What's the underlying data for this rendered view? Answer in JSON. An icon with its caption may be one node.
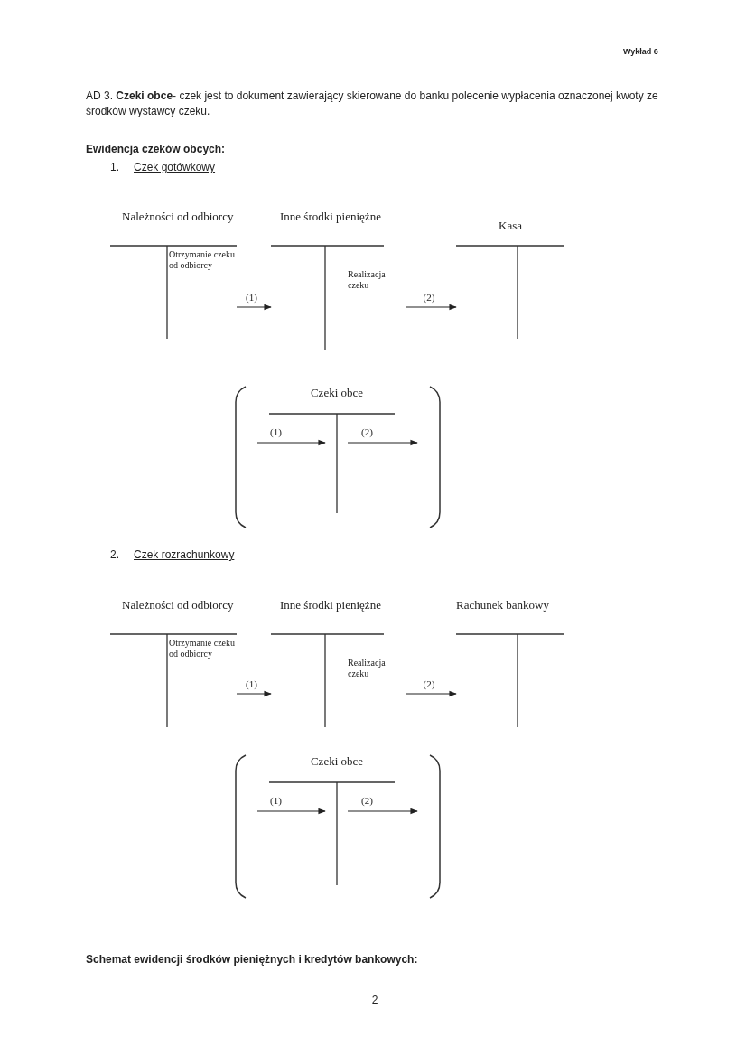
{
  "diagram": {
    "nodes": [
      {
        "text": [
          "Należności od odbiorcy",
          "Otrzymanie czeku od odbiorcy"
        ]
      },
      {
        "text": [
          "Inne środki pieniężne",
          "Realizacja czeku"
        ]
      },
      {
        "text": [
          "Kasa"
        ]
      },
      {
        "text": [
          "Czeki obce"
        ]
      },
      {
        "text": [
          "Należności od odbiorcy",
          "Otrzymanie czeku od odbiorcy"
        ]
      },
      {
        "text": [
          "Inne środki pieniężne",
          "Realizacja czeku"
        ]
      },
      {
        "text": [
          "Rachunek bankowy"
        ]
      },
      {
        "text": [
          "Czeki obce"
        ]
      }
    ],
    "edges": [
      {
        "from": 0,
        "to": 1,
        "arrow": "to",
        "label": "(1)"
      },
      {
        "from": 1,
        "to": 2,
        "arrow": "to",
        "label": "(2)"
      },
      {
        "from": 4,
        "to": 5,
        "arrow": "to",
        "label": "(1)"
      },
      {
        "from": 5,
        "to": 6,
        "arrow": "to",
        "label": "(2)"
      }
    ],
    "labels": [
      "Wykład 6",
      "AD 3. **Czeki obce**- czek jest to dokument zawierający skierowane do banku polecenie wypłacenia oznaczonej kwoty ze środków wystawcy czeku.",
      "Ewidencja czeków obcych:",
      "1.",
      "Czek gotówkowy",
      "(1)",
      "(2)",
      "2.",
      "Czek rozrachunkowy",
      "(1)",
      "(2)",
      "Schemat ewidencji środków pieniężnych i kredytów bankowych:",
      "2"
    ]
  }
}
